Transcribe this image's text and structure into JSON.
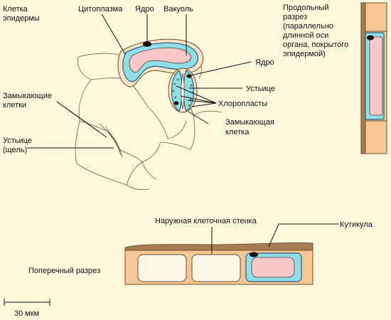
{
  "labels": {
    "epidermis_cell": [
      "Клетка",
      "эпидермы"
    ],
    "cytoplasm": "Цитоплазма",
    "nucleus_top": "Ядро",
    "vacuole": "Вакуоль",
    "nucleus_right": "Ядро",
    "stoma": "Устьице",
    "chloroplasts": "Хлоропласты",
    "guard_cell": [
      "Замыкающая",
      "клетка"
    ],
    "guard_cells": [
      "Замыкающие",
      "клетки"
    ],
    "stoma_slit": [
      "Устьице",
      "(щель)"
    ],
    "longitudinal": [
      "Продольный",
      "разрез",
      "(параллельно",
      "длинной оси",
      "органа, покрытого",
      "эпидермой)"
    ],
    "outer_wall": "Наружная клеточная стенка",
    "cuticle": "Кутикула",
    "cross_section": "Поперечный разрез",
    "scale": "30 мкм"
  },
  "colors": {
    "background": "#fdf7dc",
    "cell_wall": "#fbe3c5",
    "cytoplasm": "#8fdfe8",
    "vacuole": "#fac8c8",
    "cuticle": "#a67c52",
    "nucleus": "#111111",
    "chloroplast": "#5a7a2a"
  }
}
